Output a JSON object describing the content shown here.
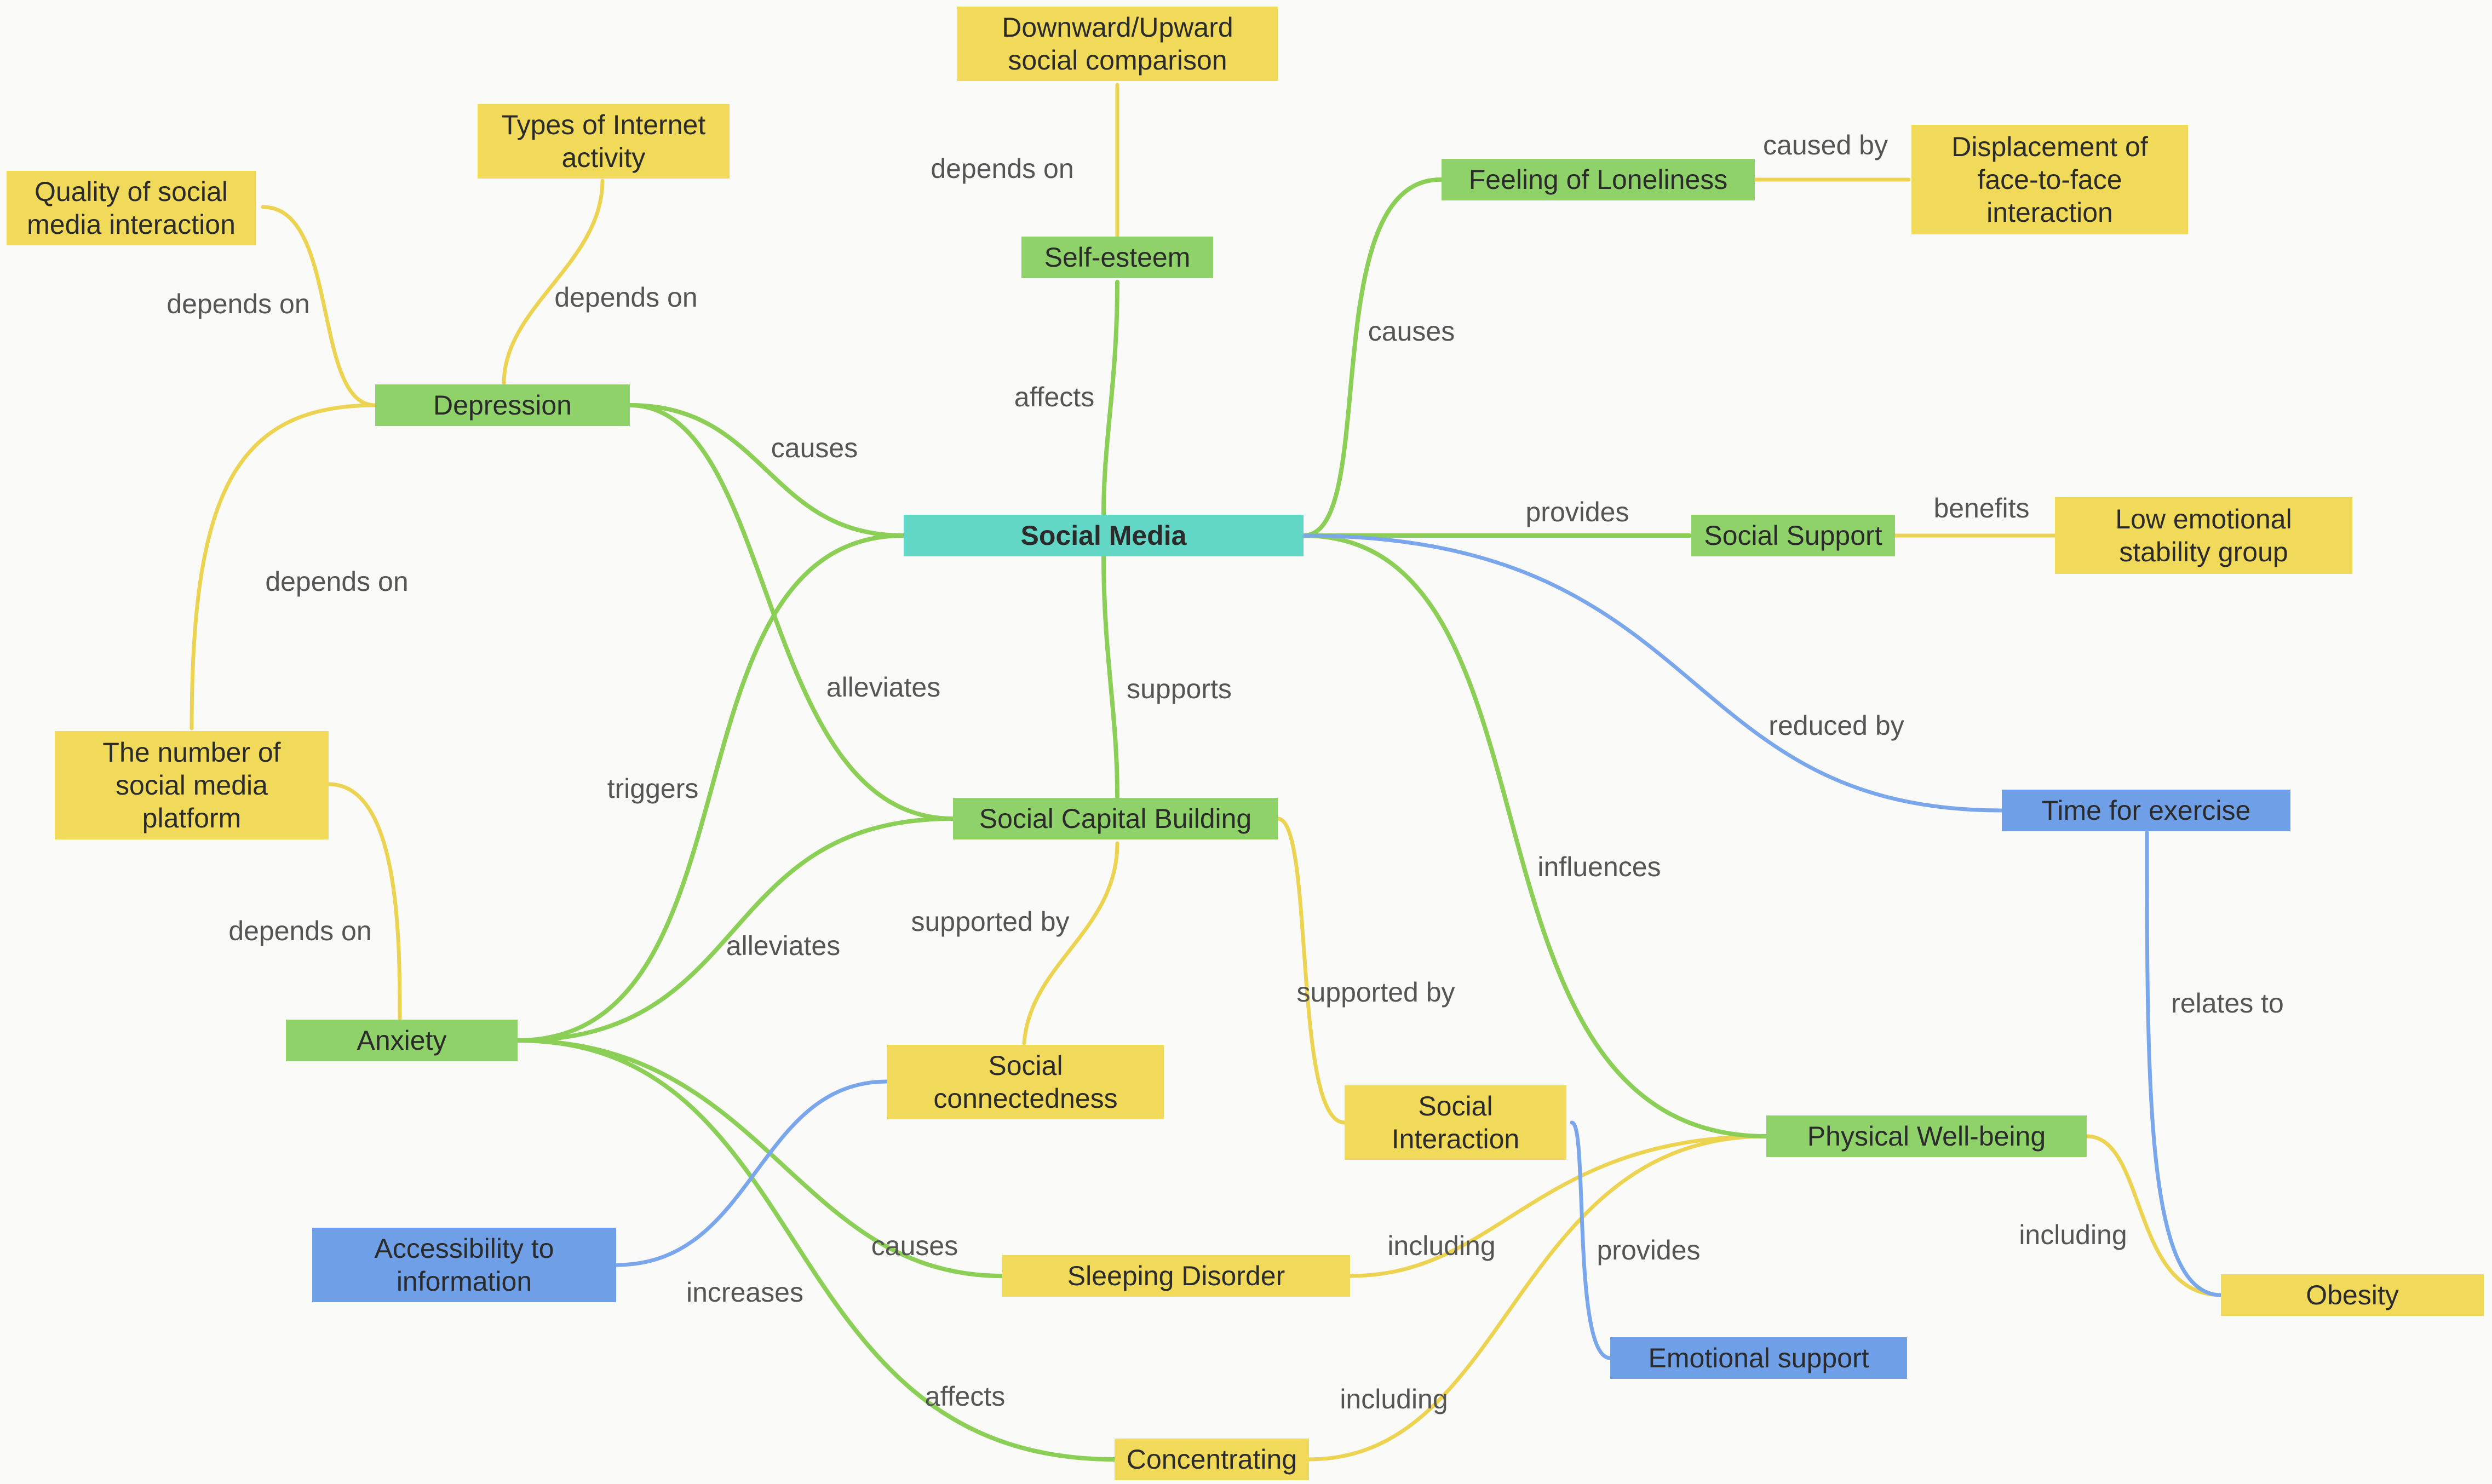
{
  "colors": {
    "green": "#8fd26a",
    "yellow": "#f1da5a",
    "blue": "#6f9fe6",
    "teal": "#63d7c6",
    "green_edge": "#8ccf57",
    "yellow_edge": "#ecd452",
    "blue_edge": "#7aa6ec"
  },
  "nodes": {
    "social_media": "Social Media",
    "depression": "Depression",
    "types_of_internet_activity": "Types of Internet\nactivity",
    "quality_of_social_media_interaction": "Quality of social\nmedia interaction",
    "number_of_social_media_platform": "The number of\nsocial media\nplatform",
    "anxiety": "Anxiety",
    "social_comparison": "Downward/Upward\nsocial comparison",
    "self_esteem": "Self-esteem",
    "feeling_of_loneliness": "Feeling of Loneliness",
    "displacement_of_face_to_face": "Displacement of\nface-to-face\ninteraction",
    "social_support": "Social Support",
    "low_emotional_stability_group": "Low emotional\nstability group",
    "time_for_exercise": "Time for exercise",
    "social_capital_building": "Social Capital Building",
    "social_connectedness": "Social\nconnectedness",
    "social_interaction": "Social\nInteraction",
    "physical_well_being": "Physical Well-being",
    "obesity": "Obesity",
    "emotional_support": "Emotional support",
    "accessibility_to_information": "Accessibility to\ninformation",
    "sleeping_disorder": "Sleeping Disorder",
    "concentrating": "Concentrating"
  },
  "edges": {
    "quality_depends_on": "depends on",
    "types_depends_on": "depends on",
    "platform_depends_on": "depends on",
    "anxiety_depends_on": "depends on",
    "depression_causes": "causes",
    "capital_alleviates_depression": "alleviates",
    "self_esteem_depends_on": "depends on",
    "self_esteem_affects": "affects",
    "loneliness_causes": "causes",
    "loneliness_caused_by": "caused by",
    "provides_support": "provides",
    "benefits": "benefits",
    "reduced_by": "reduced by",
    "relates_to": "relates to",
    "supports": "supports",
    "triggers": "triggers",
    "capital_alleviates_anxiety": "alleviates",
    "capital_supported_by_connectedness": "supported by",
    "capital_supported_by_interaction": "supported by",
    "influences": "influences",
    "obesity_including": "including",
    "sleeping_including": "including",
    "concentrating_including": "including",
    "interaction_provides": "provides",
    "anxiety_causes": "causes",
    "increases": "increases",
    "affects_concentrating": "affects"
  }
}
